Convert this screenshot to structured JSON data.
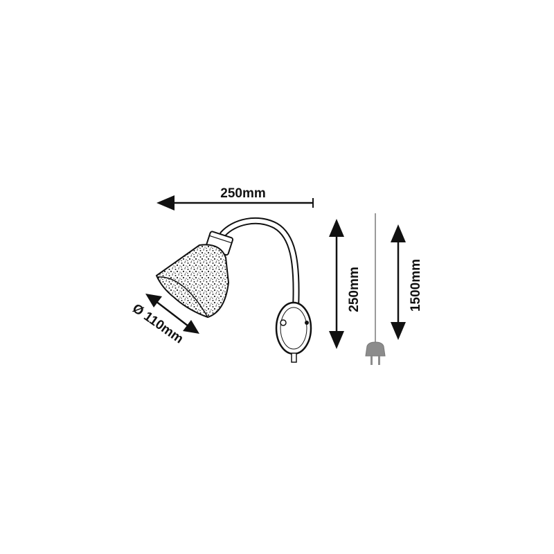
{
  "dimensions": {
    "width_label": "250mm",
    "height_label": "250mm",
    "cable_label": "1500mm",
    "diameter_label": "Ø 110mm"
  },
  "colors": {
    "ink": "#111111",
    "cable": "#9a9a9a",
    "plug": "#8c8c8c"
  }
}
